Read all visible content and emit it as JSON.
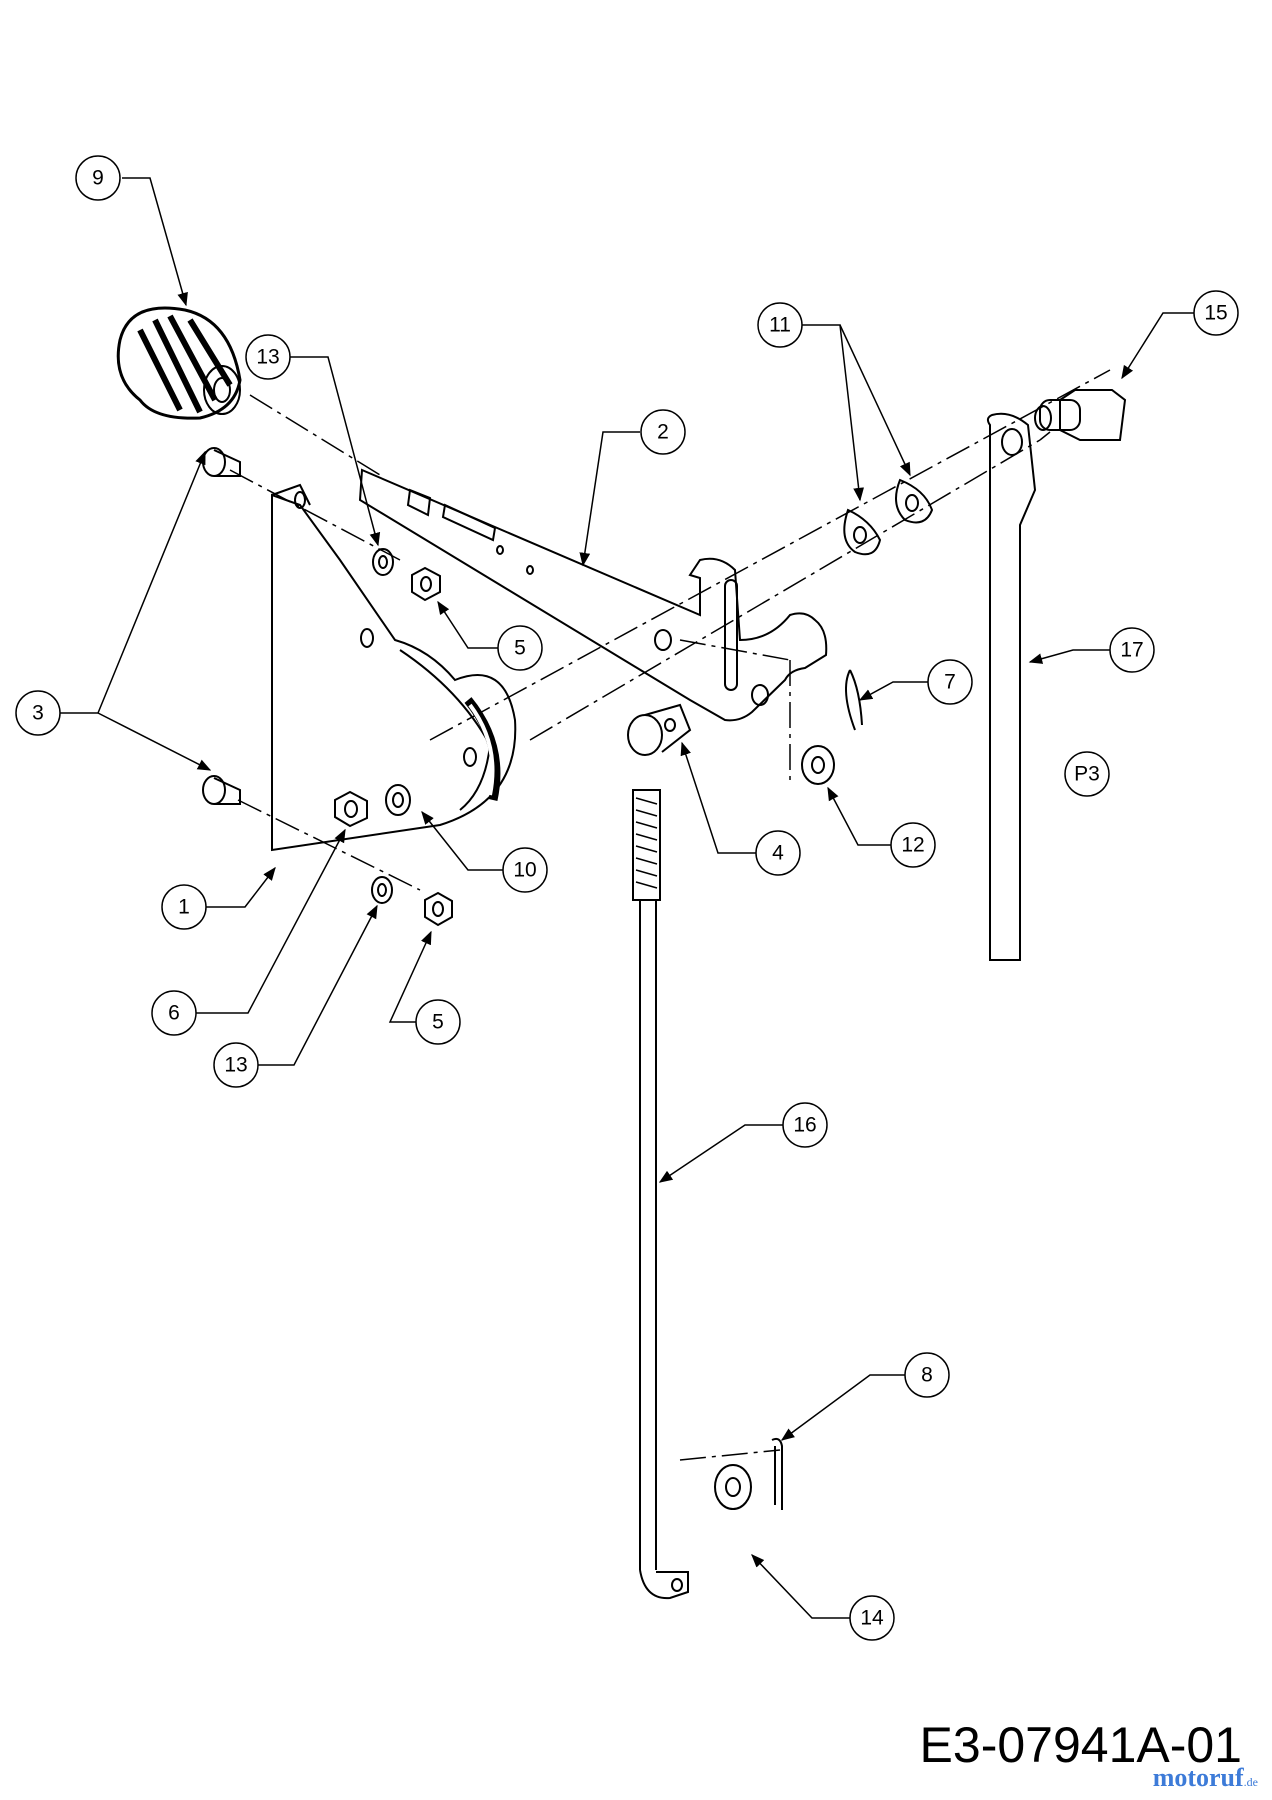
{
  "callouts": [
    {
      "id": "c9a",
      "label": "9"
    },
    {
      "id": "c13a",
      "label": "13"
    },
    {
      "id": "c2",
      "label": "2"
    },
    {
      "id": "c11",
      "label": "11"
    },
    {
      "id": "c15",
      "label": "15"
    },
    {
      "id": "c3",
      "label": "3"
    },
    {
      "id": "c5a",
      "label": "5"
    },
    {
      "id": "c7",
      "label": "7"
    },
    {
      "id": "c17",
      "label": "17"
    },
    {
      "id": "cP3",
      "label": "P3"
    },
    {
      "id": "c10",
      "label": "10"
    },
    {
      "id": "c4",
      "label": "4"
    },
    {
      "id": "c12",
      "label": "12"
    },
    {
      "id": "c1",
      "label": "1"
    },
    {
      "id": "c6",
      "label": "6"
    },
    {
      "id": "c5b",
      "label": "5"
    },
    {
      "id": "c13b",
      "label": "13"
    },
    {
      "id": "c16",
      "label": "16"
    },
    {
      "id": "c8",
      "label": "8"
    },
    {
      "id": "c14",
      "label": "14"
    }
  ],
  "drawing_code": "E3-07941A-01",
  "watermark": {
    "brand": "motoruf",
    "domain": ".de"
  }
}
